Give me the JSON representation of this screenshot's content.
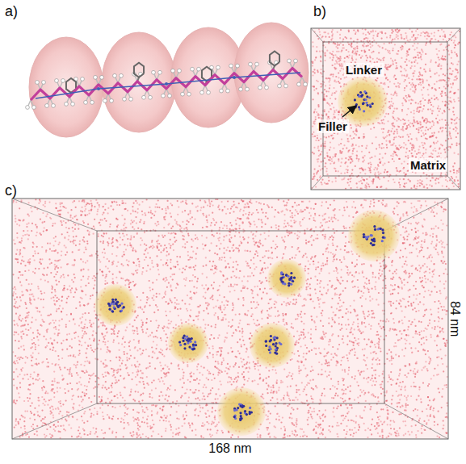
{
  "diagram": {
    "labels": [
      "a)",
      "b)",
      "Linker",
      "Filler",
      "Matrix",
      "c)",
      "84 nm",
      "168 nm"
    ]
  }
}
